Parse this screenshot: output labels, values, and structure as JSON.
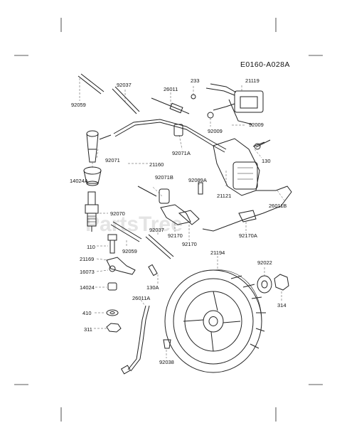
{
  "diagram_code": "E0160-A028A",
  "watermark": "PartsTree",
  "labels": [
    "233",
    "21119",
    "92037",
    "26011",
    "92059",
    "92009",
    "92009",
    "92071",
    "92071A",
    "21160",
    "130",
    "14024A",
    "92071B",
    "92009A",
    "21121",
    "26011B",
    "92070",
    "92170A",
    "92037",
    "92170",
    "92170",
    "110",
    "92059",
    "21169",
    "16073",
    "21194",
    "92022",
    "130A",
    "14024",
    "26011A",
    "410",
    "314",
    "311",
    "92038"
  ]
}
